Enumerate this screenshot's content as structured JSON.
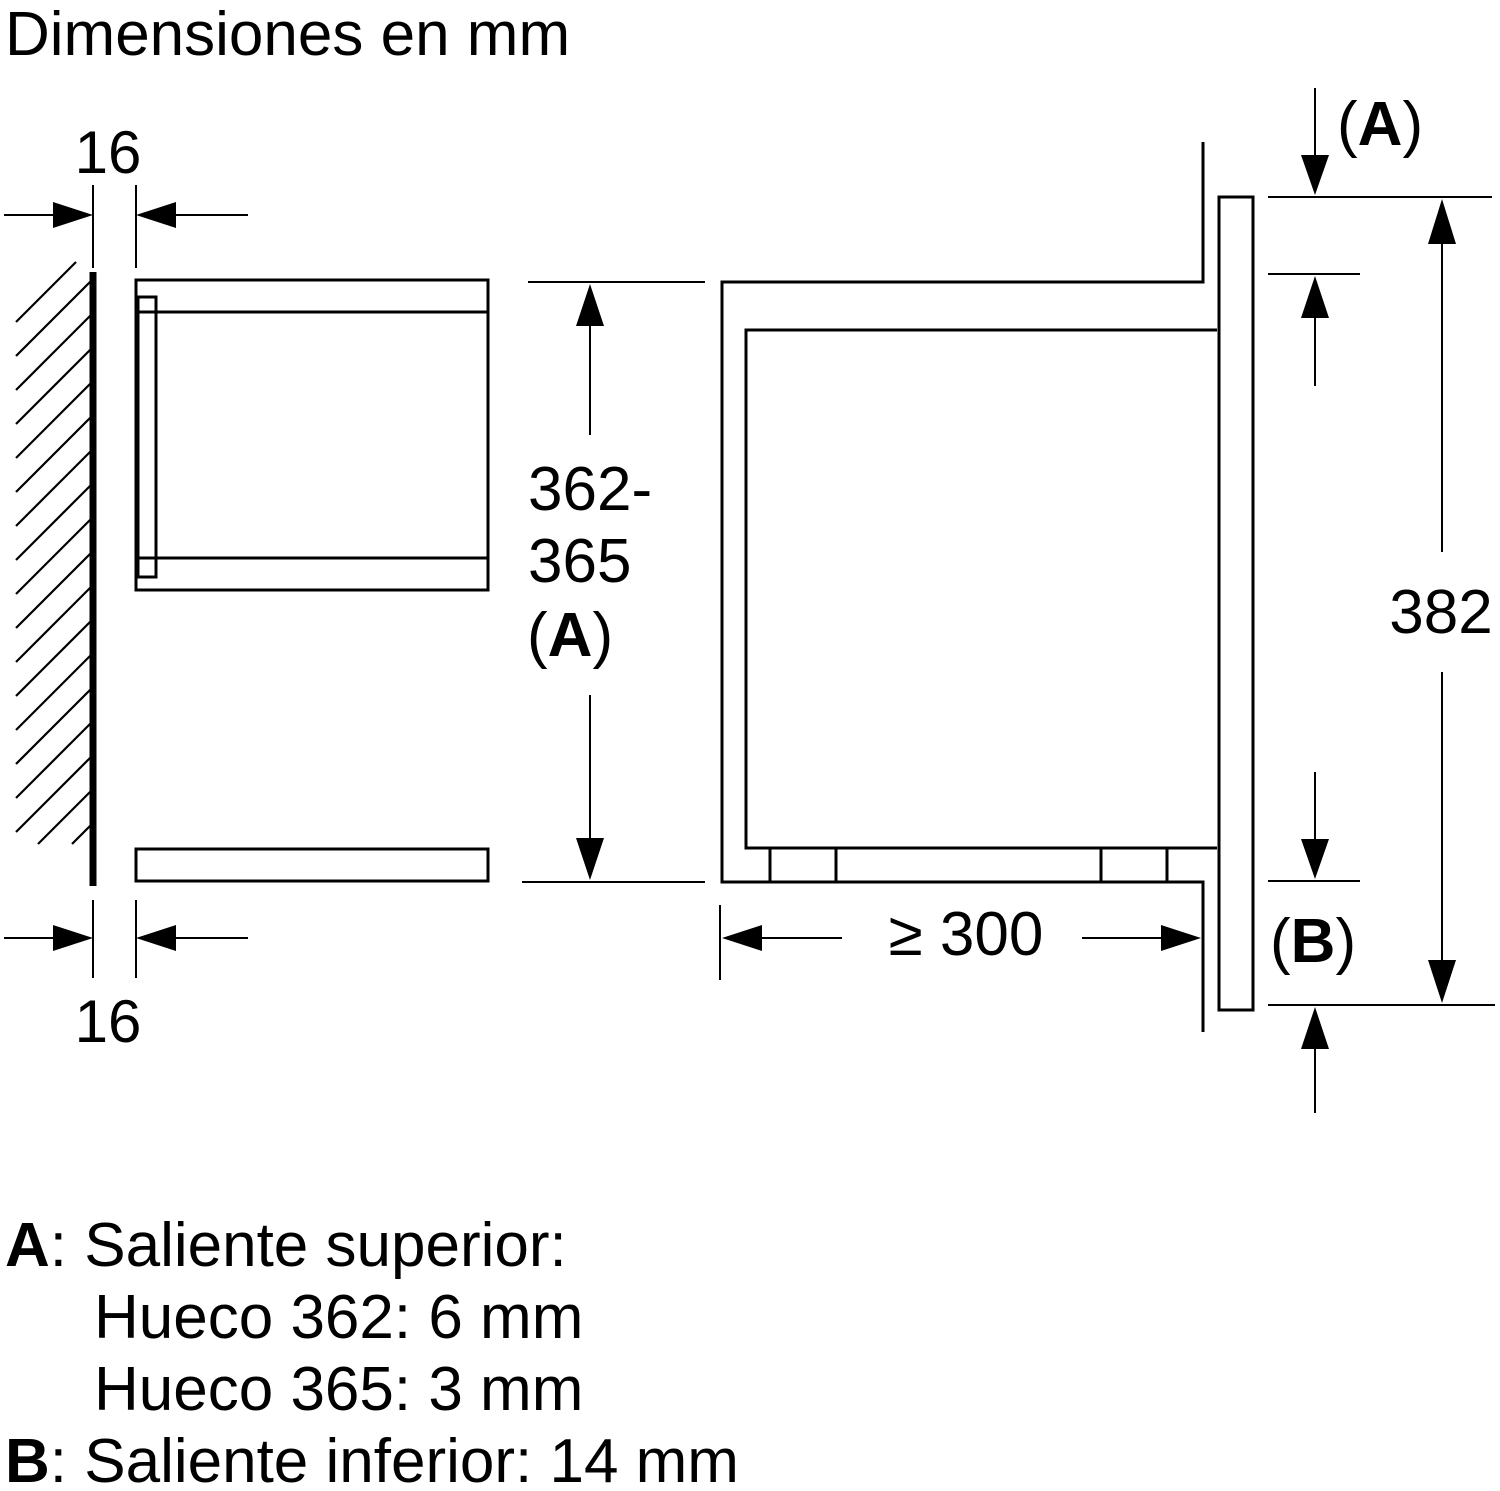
{
  "title": "Dimensiones en mm",
  "dimensions": {
    "wall_gap_top": "16",
    "wall_gap_bottom": "16",
    "niche_height_line1": "362-",
    "niche_height_line2": "365",
    "niche_height_ref_open": "(",
    "niche_height_ref_letter": "A",
    "niche_height_ref_close": ")",
    "depth": "≥ 300",
    "front_height": "382",
    "ref_a_open": "(",
    "ref_a_letter": "A",
    "ref_a_close": ")",
    "ref_b_open": "(",
    "ref_b_letter": "B",
    "ref_b_close": ")"
  },
  "legend": {
    "a_letter": "A",
    "a_text": ": Saliente superior:",
    "a_line2": "Hueco 362: 6 mm",
    "a_line3": "Hueco 365: 3 mm",
    "b_letter": "B",
    "b_text": ": Saliente inferior: 14 mm"
  }
}
